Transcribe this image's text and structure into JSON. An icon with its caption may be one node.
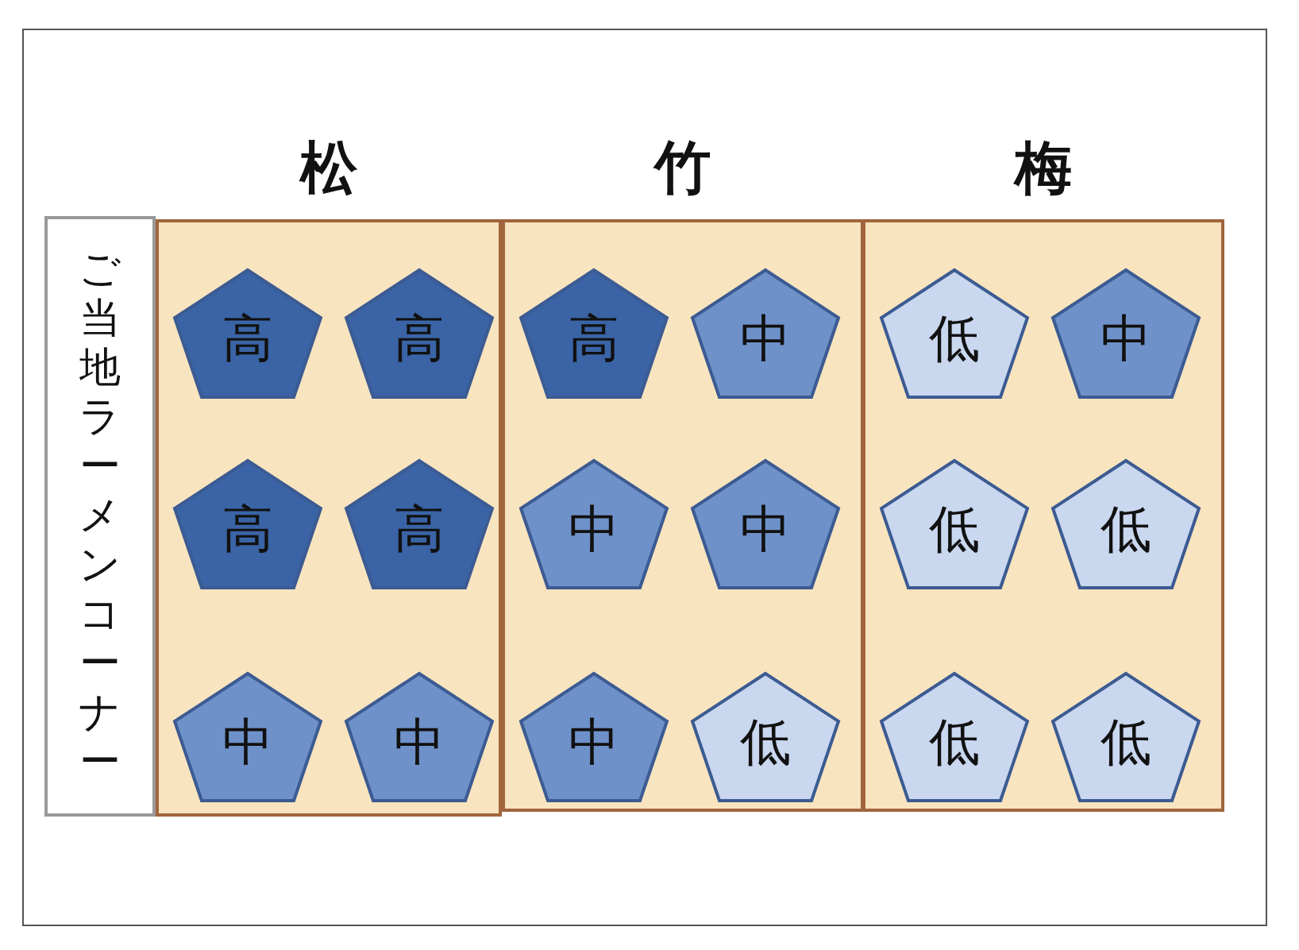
{
  "diagram": {
    "nodes": [
      {
        "text": [
          "ご当地ラーメンコーナー"
        ]
      },
      {
        "text": [
          "松"
        ]
      },
      {
        "text": [
          "高"
        ],
        "in": 1
      },
      {
        "text": [
          "高"
        ],
        "in": 1
      },
      {
        "text": [
          "高"
        ],
        "in": 1
      },
      {
        "text": [
          "高"
        ],
        "in": 1
      },
      {
        "text": [
          "中"
        ],
        "in": 1
      },
      {
        "text": [
          "中"
        ],
        "in": 1
      },
      {
        "text": [
          "竹"
        ]
      },
      {
        "text": [
          "高"
        ],
        "in": 8
      },
      {
        "text": [
          "中"
        ],
        "in": 8
      },
      {
        "text": [
          "中"
        ],
        "in": 8
      },
      {
        "text": [
          "中"
        ],
        "in": 8
      },
      {
        "text": [
          "中"
        ],
        "in": 8
      },
      {
        "text": [
          "低"
        ],
        "in": 8
      },
      {
        "text": [
          "梅"
        ]
      },
      {
        "text": [
          "低"
        ],
        "in": 15
      },
      {
        "text": [
          "中"
        ],
        "in": 15
      },
      {
        "text": [
          "低"
        ],
        "in": 15
      },
      {
        "text": [
          "低"
        ],
        "in": 15
      },
      {
        "text": [
          "低"
        ],
        "in": 15
      },
      {
        "text": [
          "低"
        ],
        "in": 15
      }
    ],
    "edges": []
  }
}
